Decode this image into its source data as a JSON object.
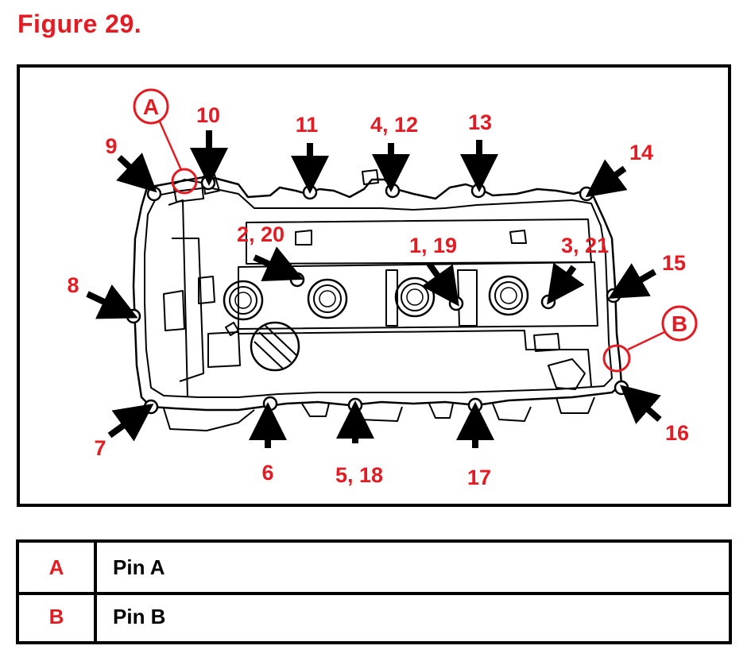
{
  "figure_title": "Figure 29.",
  "colors": {
    "accent_red": "#e31b23",
    "line": "#000000"
  },
  "bolt_labels": {
    "b1": "1, 19",
    "b2": "2, 20",
    "b3": "3, 21",
    "b4": "4, 12",
    "b5": "5, 18",
    "b6": "6",
    "b7": "7",
    "b8": "8",
    "b9": "9",
    "b10": "10",
    "b11": "11",
    "b13": "13",
    "b14": "14",
    "b15": "15",
    "b16": "16",
    "b17": "17"
  },
  "pin_markers": {
    "a": "A",
    "b": "B"
  },
  "legend": [
    {
      "key": "A",
      "desc": "Pin A"
    },
    {
      "key": "B",
      "desc": "Pin B"
    }
  ]
}
